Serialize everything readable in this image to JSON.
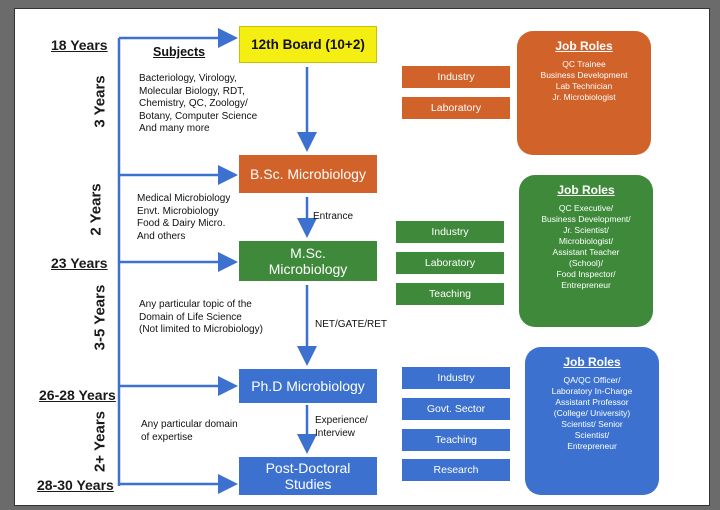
{
  "ages": {
    "a18": "18 Years",
    "a23": "23 Years",
    "a26": "26-28 Years",
    "a28": "28-30 Years"
  },
  "durations": {
    "d1": "3 Years",
    "d2": "2 Years",
    "d3": "3-5 Years",
    "d4": "2+ Years"
  },
  "stages": {
    "board": "12th Board (10+2)",
    "bsc": "B.Sc. Microbiology",
    "msc": "M.Sc.\nMicrobiology",
    "phd": "Ph.D Microbiology",
    "postdoc": "Post-Doctoral\nStudies"
  },
  "notes": {
    "subjects_heading": "Subjects",
    "subjects": "Bacteriology, Virology,\nMolecular Biology, RDT,\nChemistry, QC, Zoology/\nBotany, Computer Science\nAnd many more",
    "msc_subjects": "Medical Microbiology\nEnvt. Microbiology\nFood & Dairy Micro.\nAnd others",
    "phd_topics": "Any particular topic of the\nDomain of Life Science\n(Not limited to Microbiology)",
    "postdoc_domain": "Any particular domain\nof expertise"
  },
  "transitions": {
    "entrance": "Entrance",
    "net": "NET/GATE/RET",
    "experience": "Experience/\nInterview"
  },
  "sectors": {
    "bsc": [
      "Industry",
      "Laboratory"
    ],
    "msc": [
      "Industry",
      "Laboratory",
      "Teaching"
    ],
    "phd": [
      "Industry",
      "Govt. Sector",
      "Teaching",
      "Research"
    ]
  },
  "job_roles": {
    "title": "Job Roles",
    "bsc": "QC Trainee\nBusiness Development\nLab Technician\nJr. Microbiologist",
    "msc": "QC Executive/\nBusiness Development/\nJr. Scientist/\nMicrobiologist/\nAssistant Teacher\n(School)/\nFood Inspector/\nEntrepreneur",
    "phd": "QA/QC Officer/\nLaboratory In-Charge\nAssistant Professor\n(College/ University)\nScientist/ Senior\nScientist/\nEntrepreneur"
  },
  "colors": {
    "board": "#f5ee12",
    "bsc": "#d1622a",
    "msc": "#3e8a3a",
    "phd": "#3c71d0",
    "arrow": "#3c71d0"
  }
}
